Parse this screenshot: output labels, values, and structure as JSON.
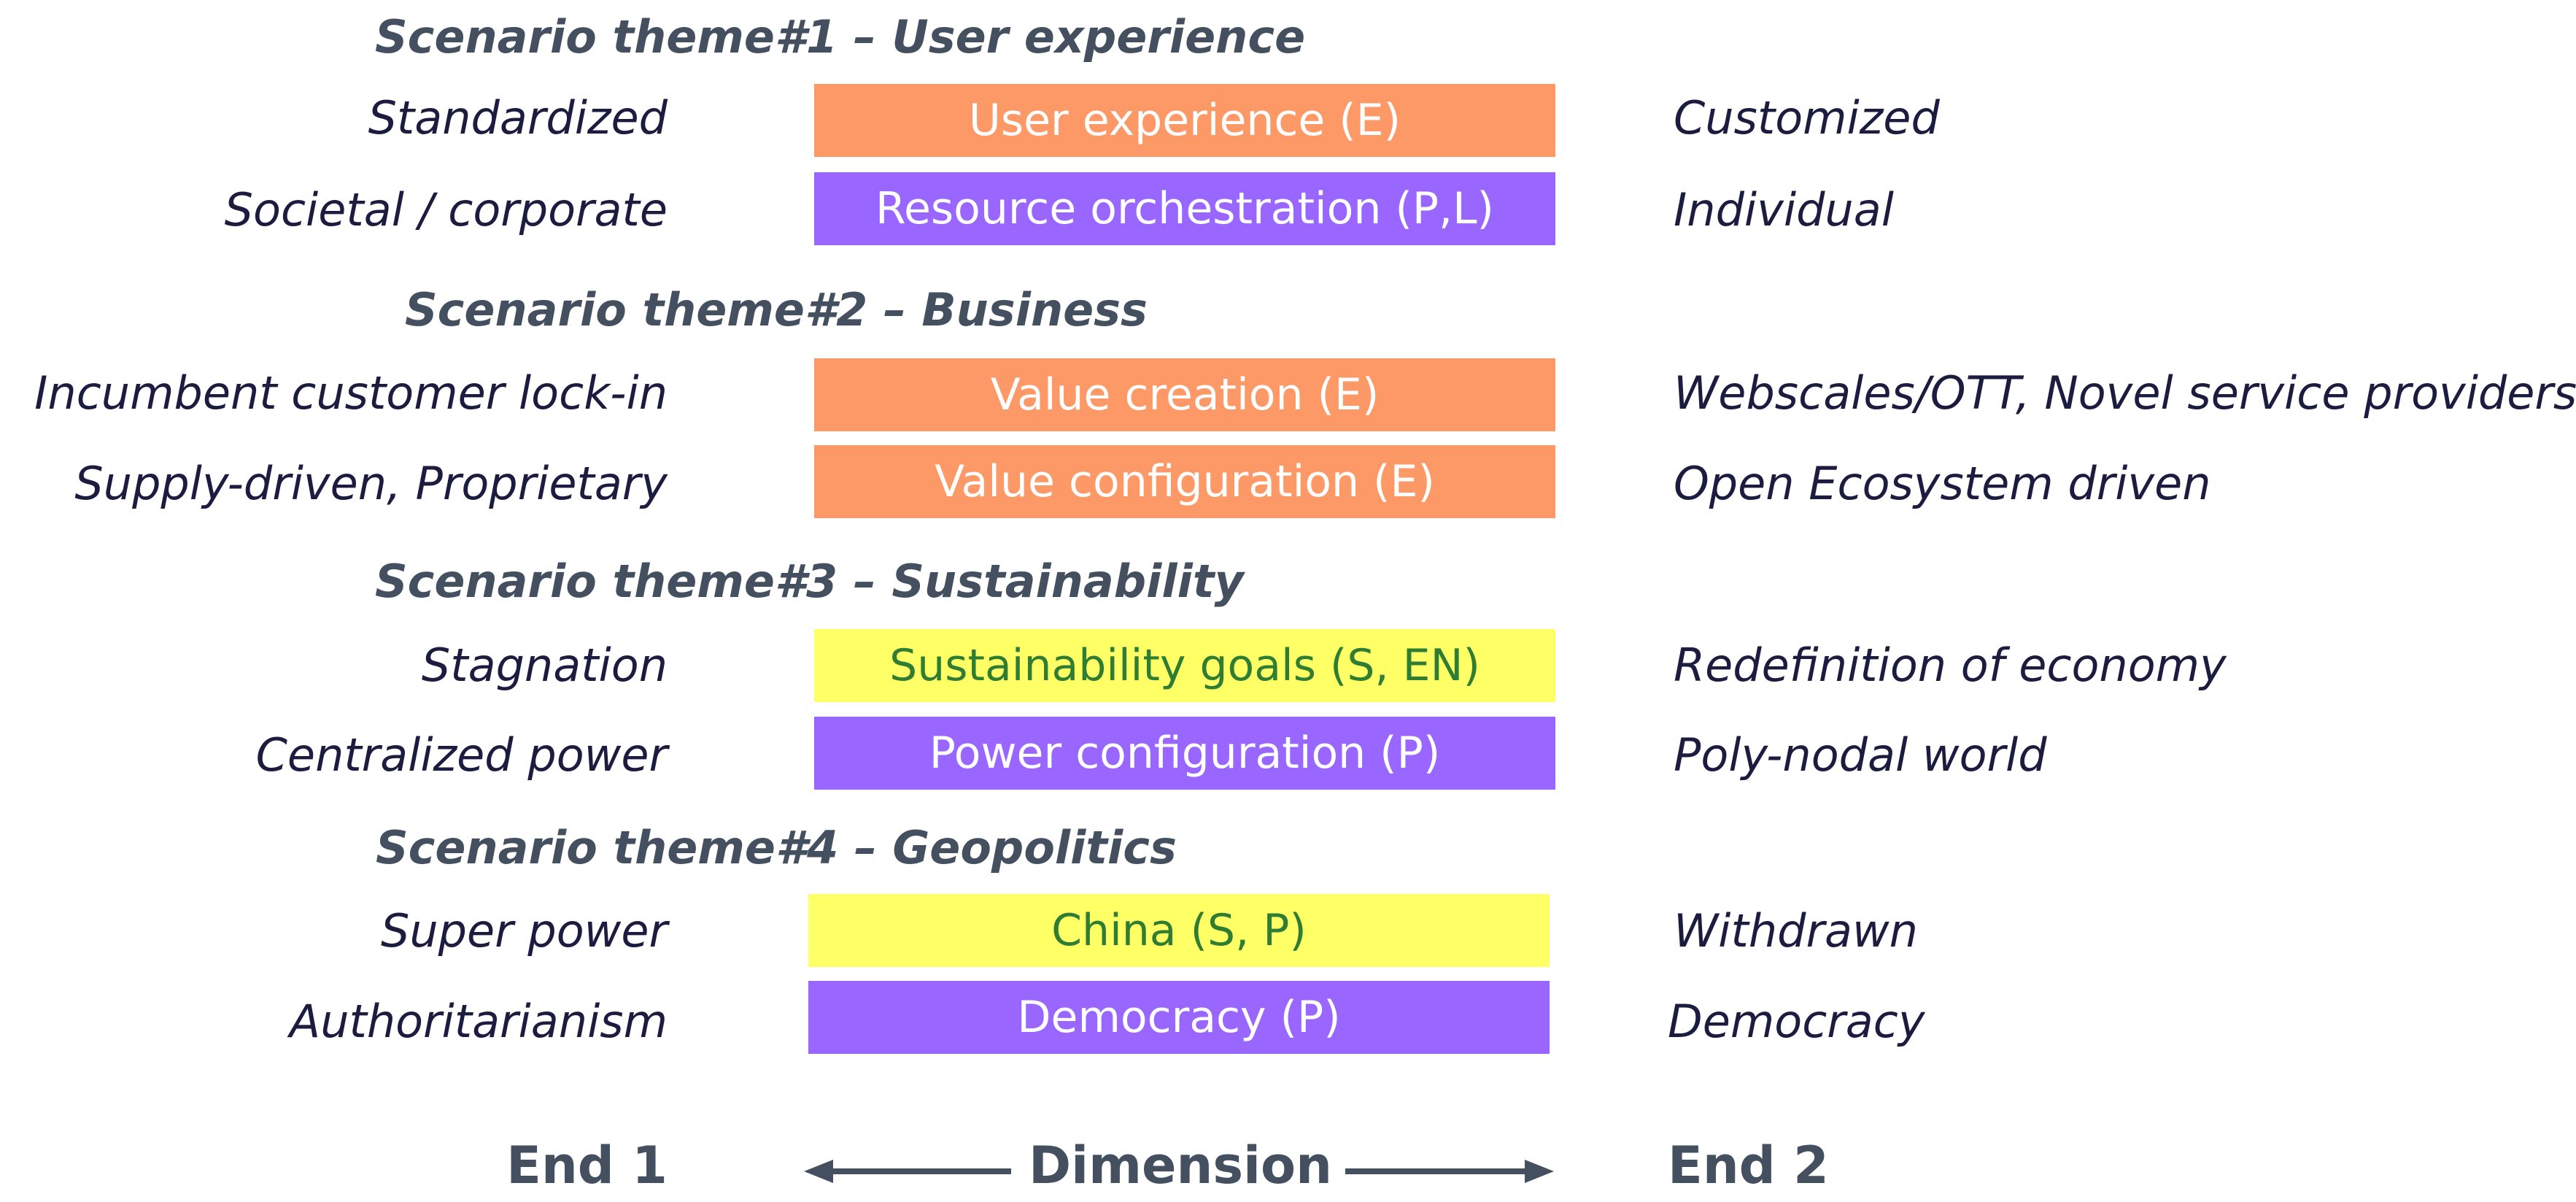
{
  "colors": {
    "economic": "#fc9966",
    "political_legal": "#9966ff",
    "social_environmental": "#ffff66",
    "text_light": "#ffffff",
    "text_green": "#2e7d32",
    "title": "#44505f",
    "ends": "#1b1c40"
  },
  "themes": [
    {
      "title": "Scenario theme#1 – User experience",
      "rows": [
        {
          "end1": "Standardized",
          "dimension": "User experience (E)",
          "end2": "Customized",
          "color": "economic"
        },
        {
          "end1": "Societal / corporate",
          "dimension": "Resource orchestration (P,L)",
          "end2": "Individual",
          "color": "political_legal"
        }
      ]
    },
    {
      "title": "Scenario theme#2 – Business",
      "rows": [
        {
          "end1": "Incumbent customer lock-in",
          "dimension": "Value creation (E)",
          "end2": "Webscales/OTT, Novel service providers",
          "color": "economic"
        },
        {
          "end1": "Supply-driven, Proprietary",
          "dimension": "Value configuration (E)",
          "end2": "Open Ecosystem driven",
          "color": "economic"
        }
      ]
    },
    {
      "title": "Scenario theme#3 – Sustainability",
      "rows": [
        {
          "end1": "Stagnation",
          "dimension": "Sustainability goals (S, EN)",
          "end2": "Redefinition of economy",
          "color": "social_environmental"
        },
        {
          "end1": "Centralized power",
          "dimension": "Power configuration (P)",
          "end2": "Poly-nodal world",
          "color": "political_legal"
        }
      ]
    },
    {
      "title": "Scenario theme#4 – Geopolitics",
      "rows": [
        {
          "end1": "Super power",
          "dimension": "China (S, P)",
          "end2": "Withdrawn",
          "color": "social_environmental"
        },
        {
          "end1": "Authoritarianism",
          "dimension": "Democracy (P)",
          "end2": "Democracy",
          "color": "political_legal"
        }
      ]
    }
  ],
  "footer": {
    "end1": "End 1",
    "dimension": "Dimension",
    "end2": "End 2"
  }
}
